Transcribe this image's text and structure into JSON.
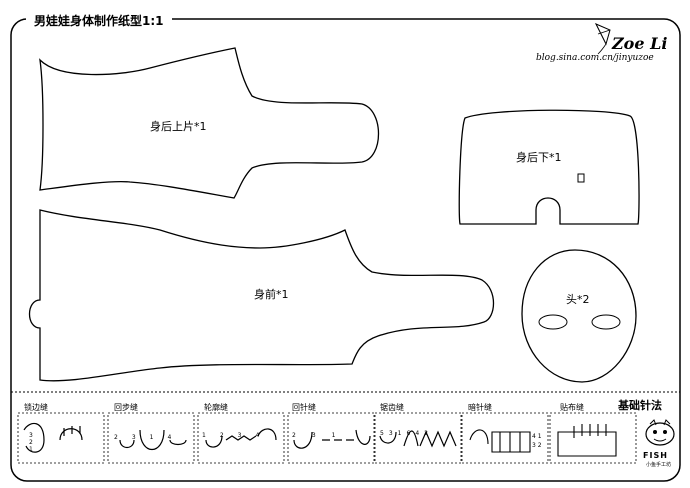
{
  "header": {
    "title": "男娃娃身体制作纸型1:1",
    "brand_name": "Zoe Li",
    "brand_url": "blog.sina.com.cn/jinyuzoe"
  },
  "pieces": {
    "back_upper": "身后上片*1",
    "back_lower": "身后下*1",
    "front": "身前*1",
    "head": "头*2"
  },
  "stitches": {
    "section_title": "基础针法",
    "items": [
      {
        "label": "锁边缝",
        "numbers": [
          "3",
          "2",
          "1"
        ]
      },
      {
        "label": "回步缝",
        "numbers": [
          "2",
          "3",
          "1",
          "4"
        ]
      },
      {
        "label": "轮廓缝",
        "numbers": [
          "1",
          "2",
          "3",
          "4"
        ]
      },
      {
        "label": "回针缝",
        "numbers": [
          "2",
          "3",
          "1"
        ]
      },
      {
        "label": "锯齿缝",
        "numbers": [
          "5",
          "3",
          "1",
          "6",
          "4",
          "2"
        ]
      },
      {
        "label": "暗针缝",
        "numbers": [
          "4",
          "1",
          "3",
          "2"
        ]
      },
      {
        "label": "贴布缝",
        "numbers": []
      }
    ]
  },
  "logo": {
    "text": "FISH",
    "sub": "小鱼手工坊"
  }
}
